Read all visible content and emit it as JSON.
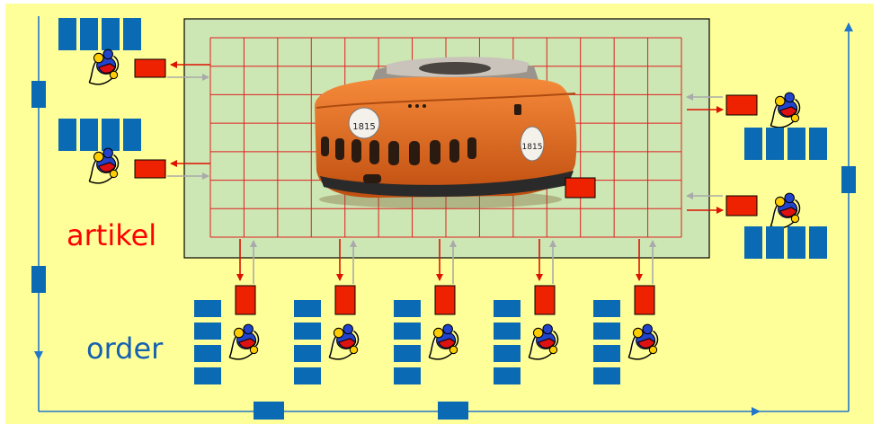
{
  "labels": {
    "artikel": "artikel",
    "order": "order"
  },
  "robot_badge_number": "1815",
  "colors": {
    "background": "#ffff99",
    "conveyor": "#2277cc",
    "tote": "#0a6ab4",
    "store_area": "#cce6b4",
    "grid": "#e02020",
    "station": "#ee2200",
    "arrow_out": "#dd1100",
    "arrow_in": "#aaaaaa",
    "robot_body": "#e8641c",
    "artikel_label": "#ff0000",
    "order_label": "#1560b0"
  },
  "icons": {
    "robot": "kiva-robot",
    "worker": "picker-worker-icon",
    "tote": "tote-box",
    "station": "pick-station"
  }
}
